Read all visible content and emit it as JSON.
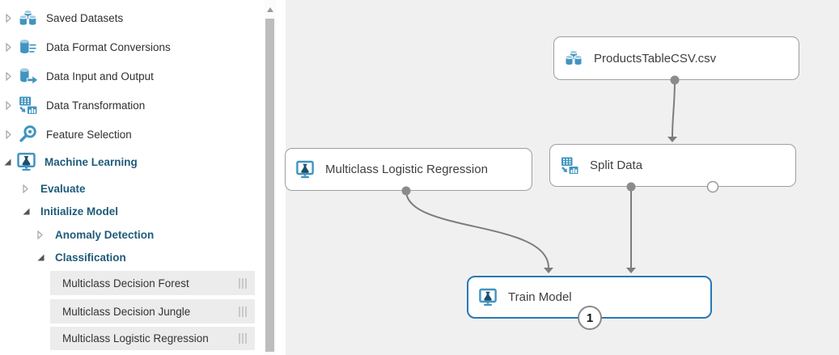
{
  "sidebar": {
    "items": [
      {
        "label": "Saved Datasets",
        "state": "collapsed",
        "icon": "datasets-icon"
      },
      {
        "label": "Data Format Conversions",
        "state": "collapsed",
        "icon": "format-conversion-icon"
      },
      {
        "label": "Data Input and Output",
        "state": "collapsed",
        "icon": "data-io-icon"
      },
      {
        "label": "Data Transformation",
        "state": "collapsed",
        "icon": "transformation-icon"
      },
      {
        "label": "Feature Selection",
        "state": "collapsed",
        "icon": "magnifier-icon"
      },
      {
        "label": "Machine Learning",
        "state": "expanded",
        "icon": "machine-learning-icon"
      },
      {
        "label": "Evaluate",
        "state": "collapsed"
      },
      {
        "label": "Initialize Model",
        "state": "expanded"
      },
      {
        "label": "Anomaly Detection",
        "state": "collapsed"
      },
      {
        "label": "Classification",
        "state": "expanded"
      }
    ],
    "modules": [
      {
        "label": "Multiclass Decision Forest"
      },
      {
        "label": "Multiclass Decision Jungle"
      },
      {
        "label": "Multiclass Logistic Regression"
      }
    ]
  },
  "canvas": {
    "nodes": [
      {
        "label": "ProductsTableCSV.csv",
        "icon": "datasets-icon"
      },
      {
        "label": "Split Data",
        "icon": "transformation-icon"
      },
      {
        "label": "Multiclass Logistic Regression",
        "icon": "machine-learning-icon"
      },
      {
        "label": "Train Model",
        "icon": "machine-learning-icon",
        "selected": true,
        "badge": "1"
      }
    ],
    "connections": [
      {
        "from": "ProductsTableCSV.csv",
        "to": "Split Data"
      },
      {
        "from": "Multiclass Logistic Regression",
        "to": "Train Model"
      },
      {
        "from": "Split Data",
        "to": "Train Model"
      }
    ]
  },
  "colors": {
    "icon_blue": "#4094c0",
    "icon_blue_light": "#a3cbdf",
    "flask_navy": "#1c4e6b",
    "heading_blue": "#1e5b7b",
    "selection_blue": "#2779b8",
    "canvas_bg": "#f0f0f0",
    "connector_gray": "#7d7d7d",
    "node_border": "#9e9e9e",
    "palette_item_bg": "#ececec"
  }
}
